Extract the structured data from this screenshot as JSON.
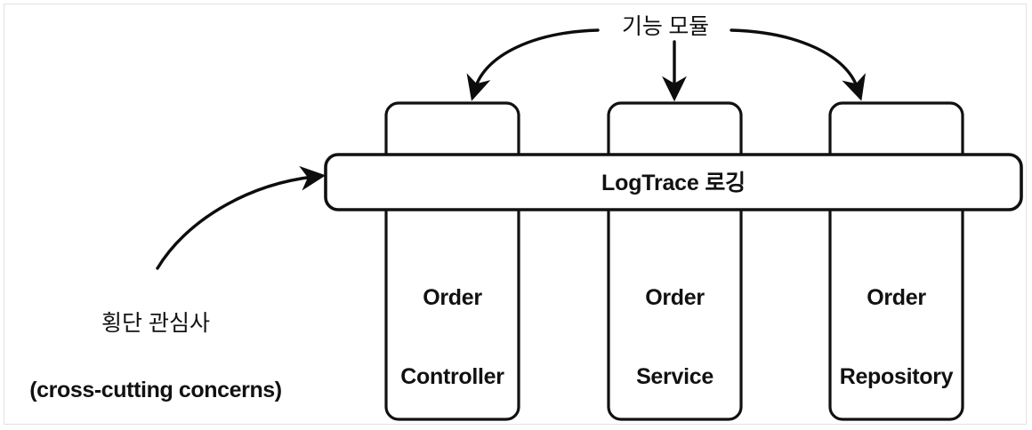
{
  "diagram": {
    "title_note": "기능 모듈",
    "cross_cutting_bar": {
      "label": "LogTrace 로깅"
    },
    "annotation": {
      "line1": "횡단 관심사",
      "line2": "(cross-cutting concerns)"
    },
    "columns": [
      {
        "line1": "Order",
        "line2": "Controller"
      },
      {
        "line1": "Order",
        "line2": "Service"
      },
      {
        "line1": "Order",
        "line2": "Repository"
      }
    ],
    "colors": {
      "stroke": "#111111",
      "frame": "#e2e2e2",
      "background": "#ffffff"
    }
  }
}
